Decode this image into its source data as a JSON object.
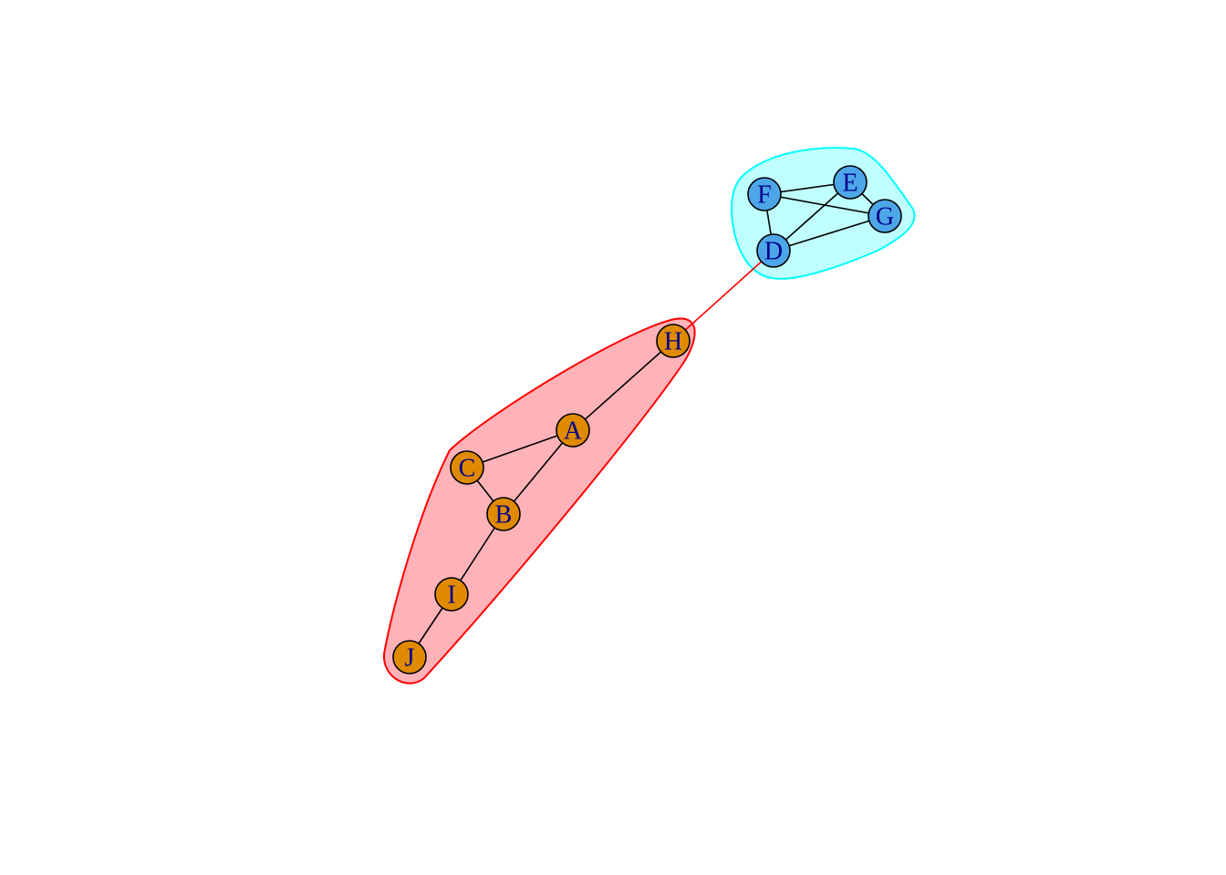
{
  "colors": {
    "community_1_fill": "#ffb3b8",
    "community_1_stroke": "#ff0000",
    "community_2_fill": "#bfffff",
    "community_2_stroke": "#00ffff",
    "community_1_node": "#e08a00",
    "community_2_node": "#4da6e8",
    "edge": "#000000",
    "bridge_edge": "#ff0000",
    "label": "#00008b"
  },
  "communities": [
    {
      "id": 1,
      "members": [
        "A",
        "B",
        "C",
        "H",
        "I",
        "J"
      ]
    },
    {
      "id": 2,
      "members": [
        "D",
        "E",
        "F",
        "G"
      ]
    }
  ],
  "nodes": [
    {
      "id": "A",
      "label": "A",
      "community": 1
    },
    {
      "id": "B",
      "label": "B",
      "community": 1
    },
    {
      "id": "C",
      "label": "C",
      "community": 1
    },
    {
      "id": "D",
      "label": "D",
      "community": 2
    },
    {
      "id": "E",
      "label": "E",
      "community": 2
    },
    {
      "id": "F",
      "label": "F",
      "community": 2
    },
    {
      "id": "G",
      "label": "G",
      "community": 2
    },
    {
      "id": "H",
      "label": "H",
      "community": 1
    },
    {
      "id": "I",
      "label": "I",
      "community": 1
    },
    {
      "id": "J",
      "label": "J",
      "community": 1
    }
  ],
  "edges": [
    {
      "source": "H",
      "target": "A"
    },
    {
      "source": "A",
      "target": "C"
    },
    {
      "source": "A",
      "target": "B"
    },
    {
      "source": "C",
      "target": "B"
    },
    {
      "source": "B",
      "target": "I"
    },
    {
      "source": "I",
      "target": "J"
    },
    {
      "source": "F",
      "target": "E"
    },
    {
      "source": "F",
      "target": "G"
    },
    {
      "source": "F",
      "target": "D"
    },
    {
      "source": "E",
      "target": "G"
    },
    {
      "source": "E",
      "target": "D"
    },
    {
      "source": "D",
      "target": "G"
    },
    {
      "source": "D",
      "target": "H",
      "bridge": true
    }
  ]
}
